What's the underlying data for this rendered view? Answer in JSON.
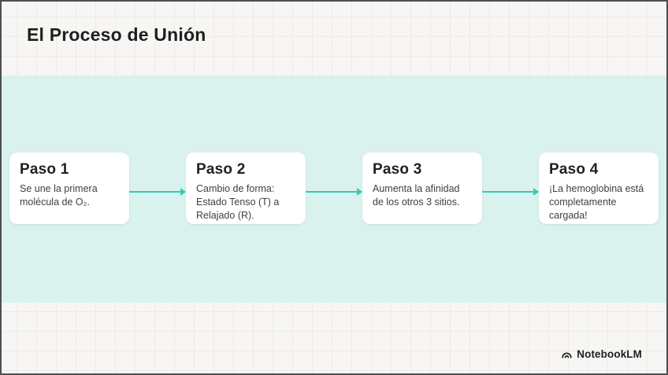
{
  "slide": {
    "title": "El Proceso de Unión"
  },
  "steps": [
    {
      "title": "Paso 1",
      "body": "Se une la primera molécula de O₂."
    },
    {
      "title": "Paso 2",
      "body": "Cambio de forma: Estado Tenso (T) a Relajado (R)."
    },
    {
      "title": "Paso 3",
      "body": "Aumenta la afinidad de los otros 3 sitios."
    },
    {
      "title": "Paso 4",
      "body": "¡La hemoglobina está completamente cargada!"
    }
  ],
  "footer": {
    "brand": "NotebookLM"
  },
  "colors": {
    "accent_teal": "#2ecfb4",
    "band_mint": "#d9f2ee",
    "background": "#f7f6f4",
    "card": "#ffffff",
    "text_primary": "#1f1f1f",
    "text_secondary": "#3c4043"
  }
}
